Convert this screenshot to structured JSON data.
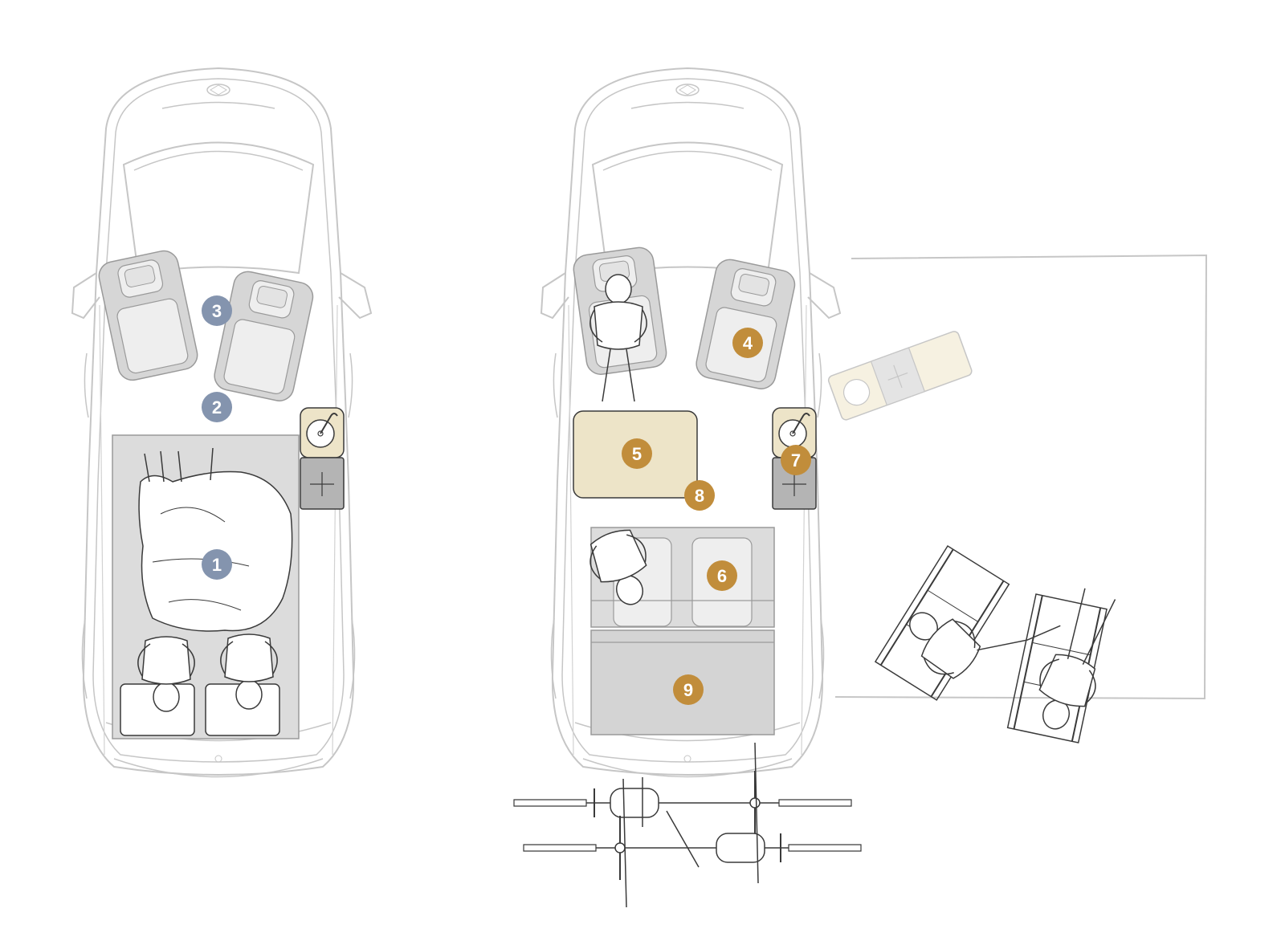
{
  "colors": {
    "background": "#ffffff",
    "outline": "#c6c6c6",
    "outline_dark": "#9a9a9a",
    "figure_line": "#3a3a3a",
    "floor_gray": "#dcdcdc",
    "seat_gray": "#d6d6d6",
    "seat_panel": "#eeeeee",
    "module_dark": "#b4b4b4",
    "cream": "#ede4c8",
    "callout_blue": "#8494ae",
    "callout_gold": "#c18d3b",
    "callout_text": "#ffffff"
  },
  "layouts": [
    {
      "name": "sleeping-layout",
      "callouts": [
        "1",
        "2",
        "3"
      ]
    },
    {
      "name": "camping-layout",
      "callouts": [
        "4",
        "5",
        "6",
        "7",
        "8",
        "9"
      ]
    }
  ],
  "callouts": [
    {
      "label": "1",
      "tone": "blue"
    },
    {
      "label": "2",
      "tone": "blue"
    },
    {
      "label": "3",
      "tone": "blue"
    },
    {
      "label": "4",
      "tone": "gold"
    },
    {
      "label": "5",
      "tone": "gold"
    },
    {
      "label": "6",
      "tone": "gold"
    },
    {
      "label": "7",
      "tone": "gold"
    },
    {
      "label": "8",
      "tone": "gold"
    },
    {
      "label": "9",
      "tone": "gold"
    }
  ],
  "icons": [
    "van-outline",
    "seat",
    "sink-module",
    "cooktop-module",
    "bed",
    "person",
    "awning",
    "camp-chair",
    "bicycle",
    "table"
  ]
}
